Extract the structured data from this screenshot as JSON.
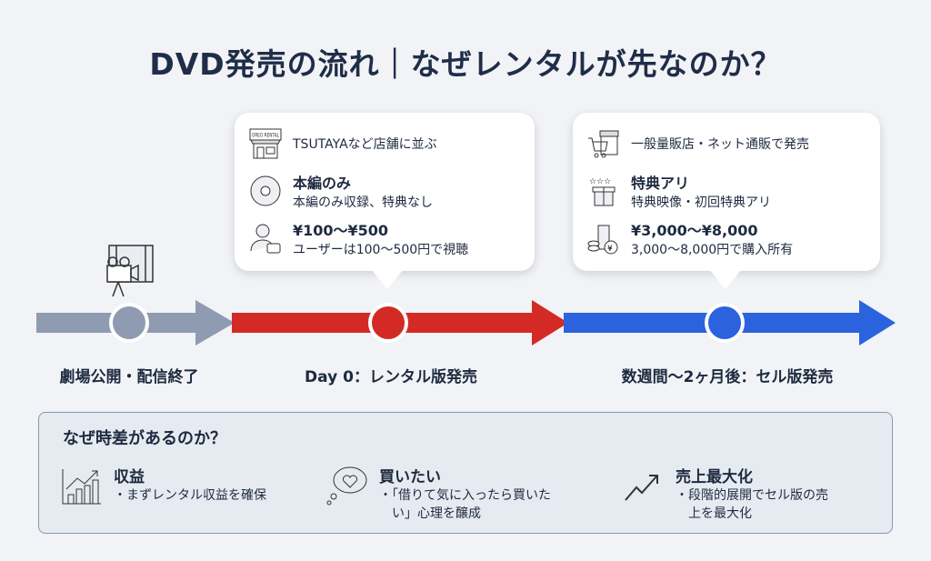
{
  "title": "DVD発売の流れ｜なぜレンタルが先なのか？",
  "timeline": {
    "stages": [
      {
        "label": "劇場公開・配信終了",
        "color": "#8f9bb0"
      },
      {
        "label": "Day 0：レンタル版発売",
        "color": "#d42a25"
      },
      {
        "label": "数週間〜2ヶ月後：セル版発売",
        "color": "#2b62de"
      }
    ]
  },
  "rental_callout": {
    "store": "TSUTAYAなど店舗に並ぶ",
    "store_sign": "OREO RENTAL",
    "content_title": "本編のみ",
    "content_desc": "本編のみ収録、特典なし",
    "price_title": "¥100〜¥500",
    "price_desc": "ユーザーは100〜500円で視聴"
  },
  "sell_callout": {
    "store": "一般量販店・ネット通販で発売",
    "content_title": "特典アリ",
    "content_desc": "特典映像・初回特典アリ",
    "price_title": "¥3,000〜¥8,000",
    "price_desc": "3,000〜8,000円で購入所有"
  },
  "reasons": {
    "question": "なぜ時差があるのか？",
    "items": [
      {
        "title": "収益",
        "desc": "・まずレンタル収益を確保"
      },
      {
        "title": "買いたい",
        "desc": "・「借りて気に入ったら買いた",
        "desc2": "い」心理を醸成"
      },
      {
        "title": "売上最大化",
        "desc": "・段階的展開でセル版の売",
        "desc2": "上を最大化"
      }
    ]
  }
}
